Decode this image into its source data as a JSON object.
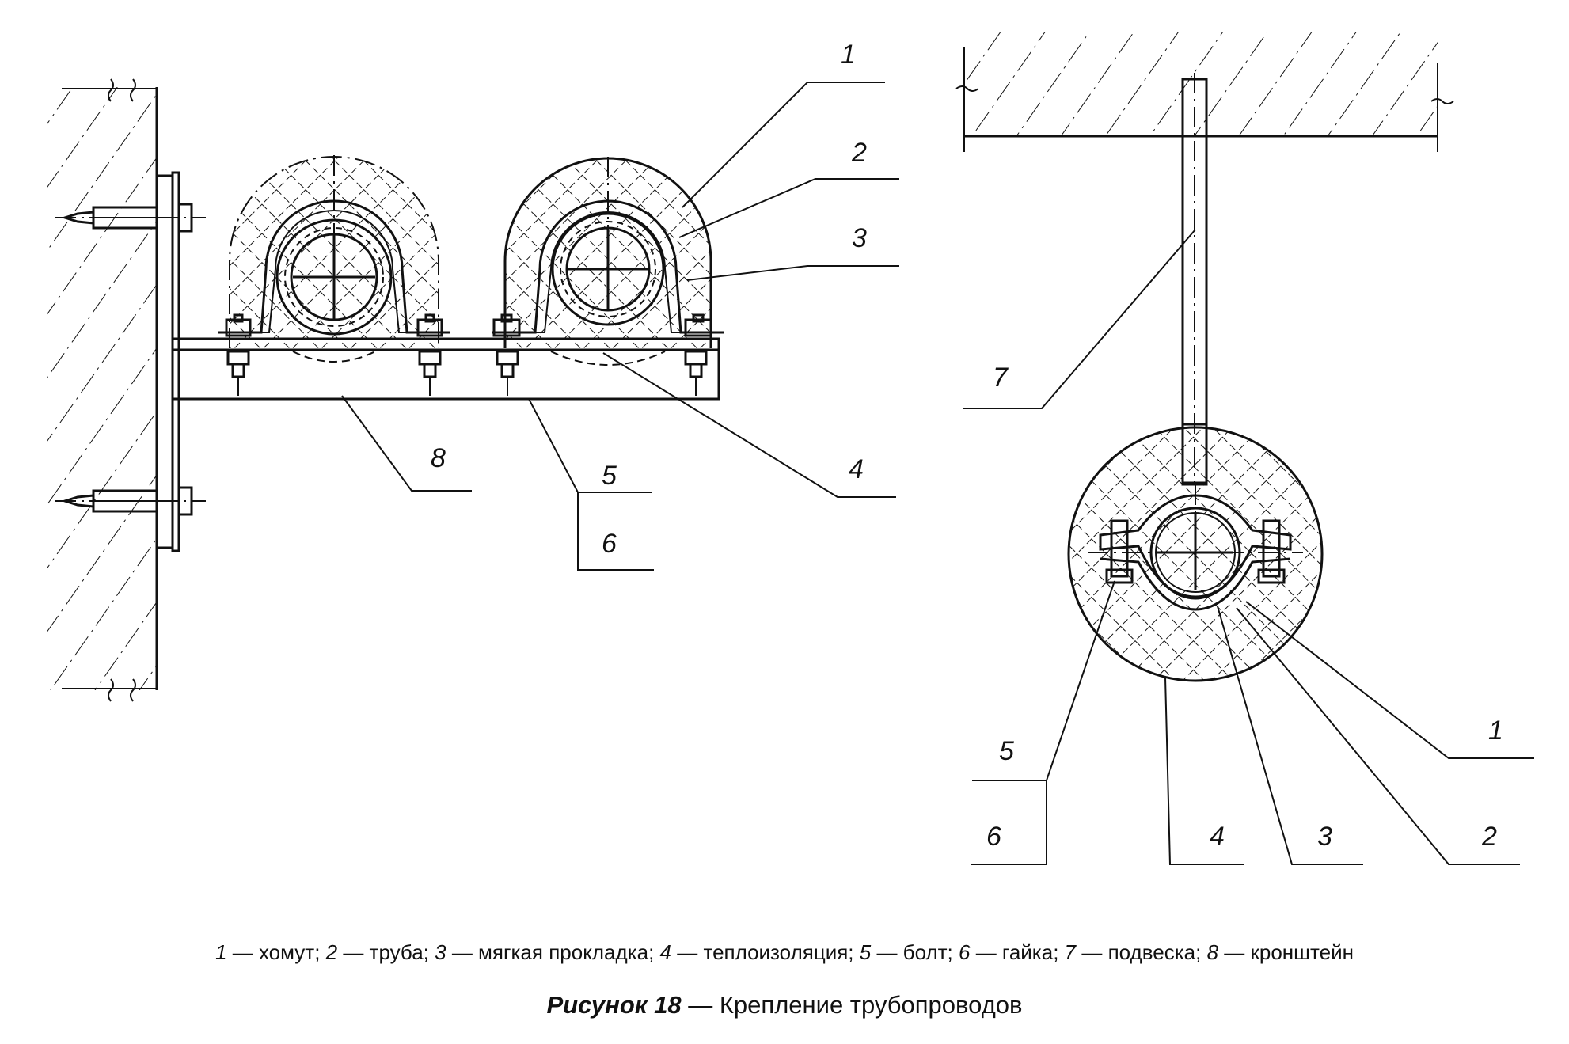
{
  "labels": {
    "left": {
      "l1": "1",
      "l2": "2",
      "l3": "3",
      "l4": "4",
      "l5": "5",
      "l6": "6",
      "l8": "8"
    },
    "right": {
      "l1": "1",
      "l2": "2",
      "l3": "3",
      "l4": "4",
      "l5": "5",
      "l6": "6",
      "l7": "7"
    }
  },
  "legend": [
    {
      "num": "1",
      "text": " — хомут; "
    },
    {
      "num": "2",
      "text": " — труба; "
    },
    {
      "num": "3",
      "text": " — мягкая прокладка; "
    },
    {
      "num": "4",
      "text": " — теплоизоляция; "
    },
    {
      "num": "5",
      "text": " — болт; "
    },
    {
      "num": "6",
      "text": " — гайка; "
    },
    {
      "num": "7",
      "text": " — подвеска; "
    },
    {
      "num": "8",
      "text": " — кронштейн"
    }
  ],
  "caption": {
    "figure": "Рисунок 18",
    "title": " — Крепление трубопроводов"
  }
}
